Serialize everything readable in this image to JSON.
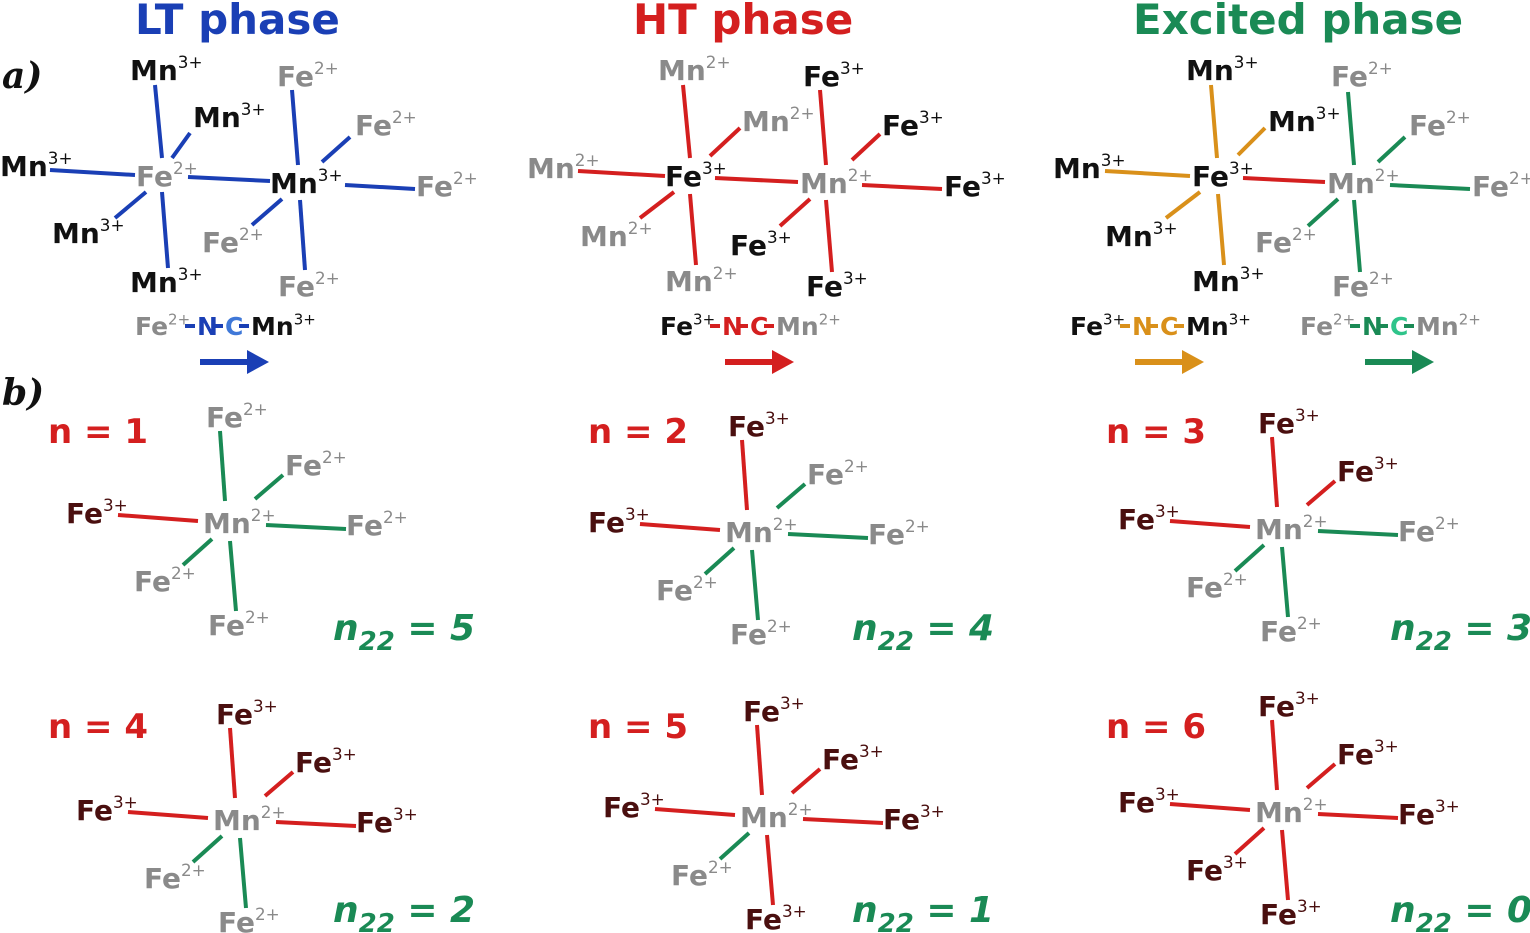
{
  "headers": {
    "lt": "LT phase",
    "ht": "HT phase",
    "excited": "Excited phase"
  },
  "panels": {
    "a": "a)",
    "b": "b)"
  },
  "colors": {
    "blue": "#1a3fb5",
    "red": "#d41f1f",
    "green": "#1a8a55",
    "orange": "#d9901a",
    "black": "#111111",
    "gray": "#8a8a8a",
    "darkred": "#4a0f0f",
    "lightblue": "#3f78d8",
    "lightgreen": "#2fc48a"
  },
  "ions": {
    "Fe2": {
      "base": "Fe",
      "charge": "2+"
    },
    "Fe3": {
      "base": "Fe",
      "charge": "3+"
    },
    "Mn2": {
      "base": "Mn",
      "charge": "2+"
    },
    "Mn3": {
      "base": "Mn",
      "charge": "3+"
    },
    "N": {
      "base": "N",
      "charge": ""
    },
    "C": {
      "base": "C",
      "charge": ""
    }
  },
  "chains": {
    "lt": [
      "Fe2",
      "N",
      "C",
      "Mn3"
    ],
    "ht": [
      "Fe3",
      "N",
      "C",
      "Mn2"
    ],
    "excited_orange": [
      "Fe3",
      "N",
      "C",
      "Mn3"
    ],
    "excited_green": [
      "Fe2",
      "N",
      "C",
      "Mn2"
    ]
  },
  "clusters_b": [
    {
      "n_label": "n = 1",
      "n22_label": "n",
      "n22_sub": "22",
      "n22_value": "= 5"
    },
    {
      "n_label": "n = 2",
      "n22_label": "n",
      "n22_sub": "22",
      "n22_value": "= 4"
    },
    {
      "n_label": "n = 3",
      "n22_label": "n",
      "n22_sub": "22",
      "n22_value": "= 3"
    },
    {
      "n_label": "n = 4",
      "n22_label": "n",
      "n22_sub": "22",
      "n22_value": "= 2"
    },
    {
      "n_label": "n = 5",
      "n22_label": "n",
      "n22_sub": "22",
      "n22_value": "= 1"
    },
    {
      "n_label": "n = 6",
      "n22_label": "n",
      "n22_sub": "22",
      "n22_value": "= 0"
    }
  ]
}
